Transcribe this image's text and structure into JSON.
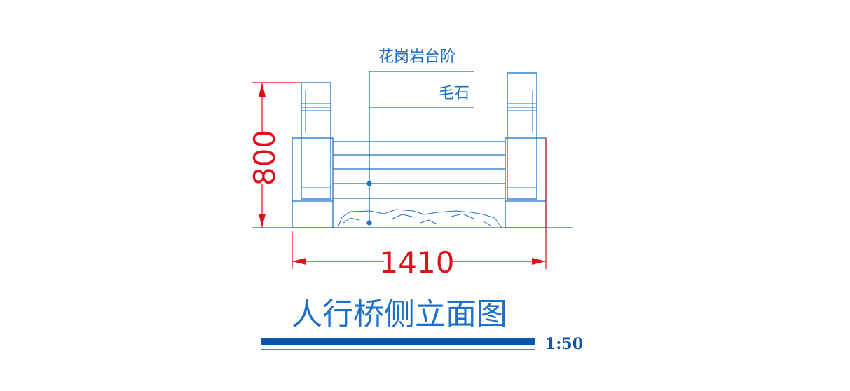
{
  "labels": {
    "top_note": "花岗岩台阶",
    "second_note": "毛石"
  },
  "dimensions": {
    "height": "800",
    "width": "1410"
  },
  "title": {
    "text": "人行桥侧立面图",
    "scale": "1:50"
  },
  "colors": {
    "line": "#1e6fc6",
    "dimension": "#e0101a",
    "title_bar": "#0a55a8"
  }
}
